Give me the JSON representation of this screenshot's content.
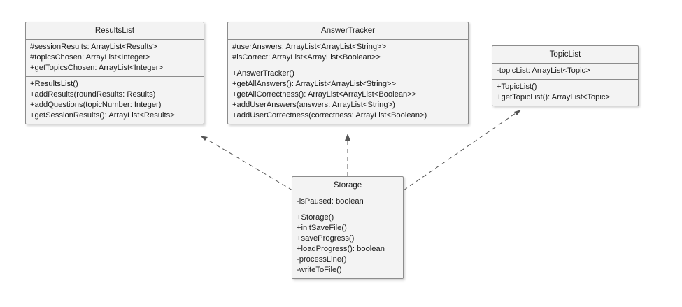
{
  "classes": {
    "results_list": {
      "name": "ResultsList",
      "attributes": [
        "#sessionResults: ArrayList<Results>",
        "#topicsChosen: ArrayList<Integer>",
        "+getTopicsChosen: ArrayList<Integer>"
      ],
      "methods": [
        "+ResultsList()",
        "+addResults(roundResults: Results)",
        "+addQuestions(topicNumber: Integer)",
        "+getSessionResults(): ArrayList<Results>"
      ]
    },
    "answer_tracker": {
      "name": "AnswerTracker",
      "attributes": [
        "#userAnswers: ArrayList<ArrayList<String>>",
        "#isCorrect: ArrayList<ArrayList<Boolean>>"
      ],
      "methods": [
        "+AnswerTracker()",
        "+getAllAnswers(): ArrayList<ArrayList<String>>",
        "+getAllCorrectness(): ArrayList<ArrayList<Boolean>>",
        "+addUserAnswers(answers: ArrayList<String>)",
        "+addUserCorrectness(correctness: ArrayList<Boolean>)"
      ]
    },
    "topic_list": {
      "name": "TopicList",
      "attributes": [
        "-topicList: ArrayList<Topic>"
      ],
      "methods": [
        "+TopicList()",
        "+getTopicList(): ArrayList<Topic>"
      ]
    },
    "storage": {
      "name": "Storage",
      "attributes": [
        "-isPaused: boolean"
      ],
      "methods": [
        "+Storage()",
        "+initSaveFile()",
        "+saveProgress()",
        "+loadProgress(): boolean",
        "-processLine()",
        "-writeToFile()"
      ]
    }
  },
  "dependencies": [
    {
      "from": "Storage",
      "to": "ResultsList",
      "style": "dashed"
    },
    {
      "from": "Storage",
      "to": "AnswerTracker",
      "style": "dashed"
    },
    {
      "from": "Storage",
      "to": "TopicList",
      "style": "dashed"
    }
  ],
  "colors": {
    "box_fill": "#f3f3f3",
    "box_border": "#8c8c8c",
    "arrow": "#555555"
  }
}
